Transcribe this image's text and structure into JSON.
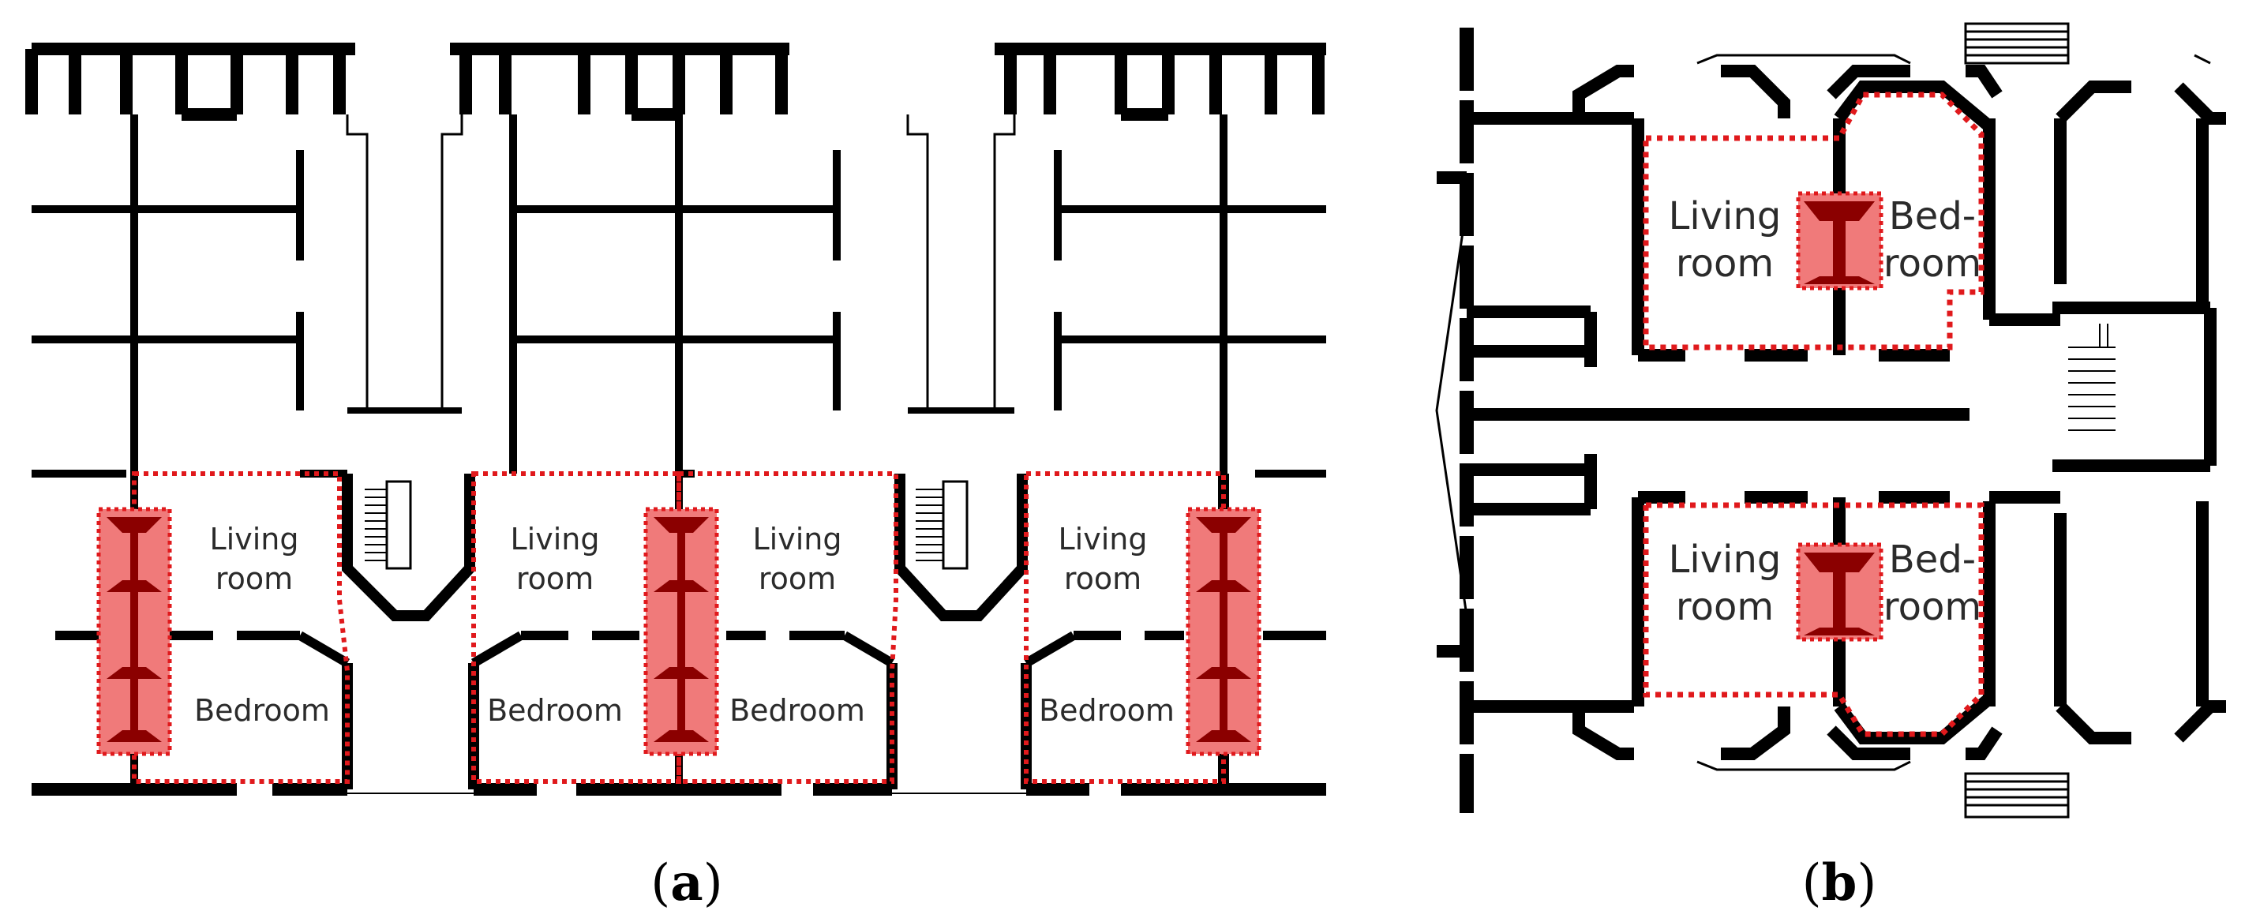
{
  "panels": [
    {
      "id": "a",
      "caption": "(a)",
      "caption_open": "(",
      "caption_letter": "a",
      "caption_close": ")",
      "rooms": [
        {
          "label_line1": "Living",
          "label_line2": "room"
        },
        {
          "label": "Bedroom"
        },
        {
          "label_line1": "Living",
          "label_line2": "room"
        },
        {
          "label": "Bedroom"
        },
        {
          "label_line1": "Living",
          "label_line2": "room"
        },
        {
          "label": "Bedroom"
        },
        {
          "label_line1": "Living",
          "label_line2": "room"
        },
        {
          "label": "Bedroom"
        }
      ]
    },
    {
      "id": "b",
      "caption": "(b)",
      "caption_open": "(",
      "caption_letter": "b",
      "caption_close": ")",
      "rooms": [
        {
          "label_line1": "Living",
          "label_line2": "room"
        },
        {
          "label_line1": "Bed-",
          "label_line2": "room"
        },
        {
          "label_line1": "Living",
          "label_line2": "room"
        },
        {
          "label_line1": "Bed-",
          "label_line2": "room"
        }
      ]
    }
  ],
  "colors": {
    "wall": "#000000",
    "highlight_outline": "#e0191c",
    "stove_fill": "#f07a7a",
    "stove_dark": "#8b0000"
  }
}
